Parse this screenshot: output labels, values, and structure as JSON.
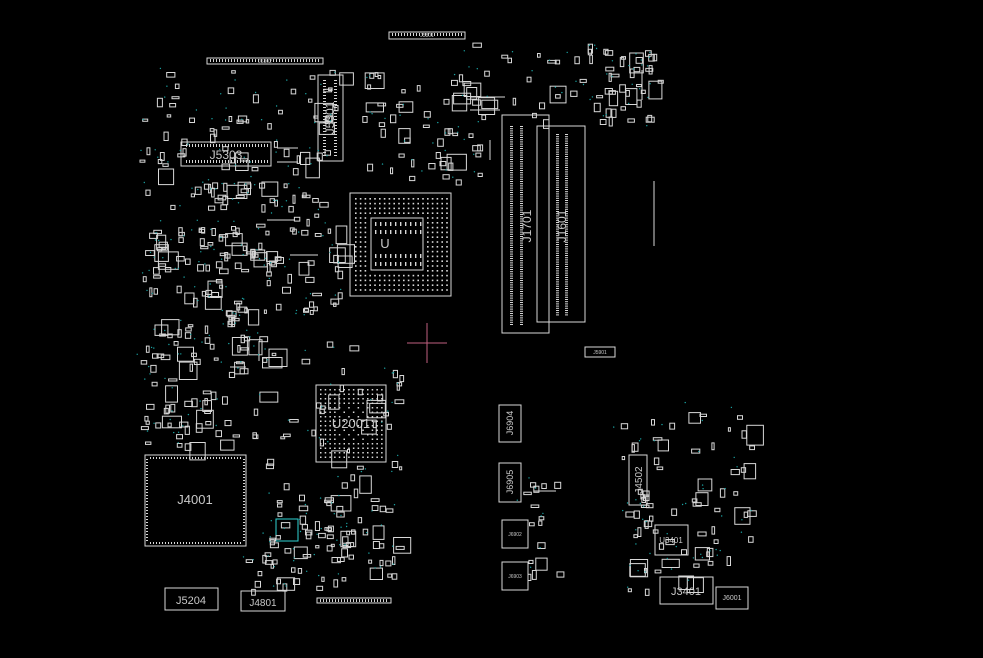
{
  "board": {
    "background": "#000000",
    "outline_color": "#d8d8d8",
    "via_color": "#1aa3a3",
    "highlight_color": "#2fd3d3",
    "cursor_color": "#c06080"
  },
  "components": {
    "J5303": "J5303",
    "J5301": "J5301",
    "U": "U",
    "J1701": "J1701",
    "J1601": "J1601",
    "U2001": "U2001",
    "J4001": "J4001",
    "J6904": "J6904",
    "J6905": "J6905",
    "J4502": "J4502",
    "U3401": "U3401",
    "J3401": "J3401",
    "J6001": "J6001",
    "J5204": "J5204",
    "J4801": "J4801",
    "J6902": "J6902",
    "J6903": "J6903",
    "J5302": "J5302",
    "J5801": "J5801",
    "J5901": "J5901"
  }
}
